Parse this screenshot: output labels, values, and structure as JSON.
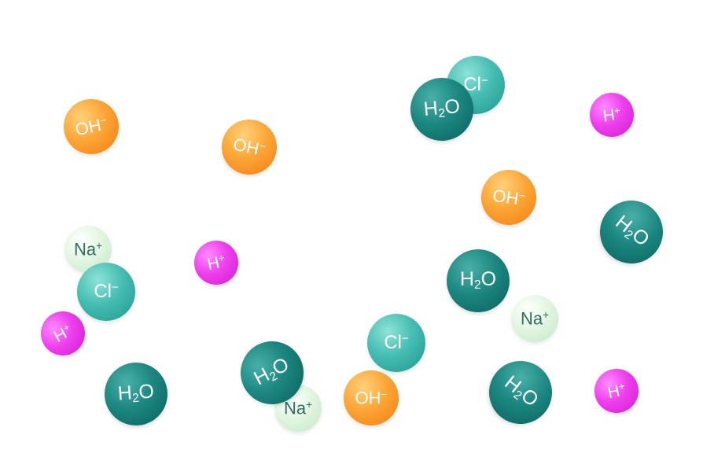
{
  "scene": {
    "particles": [
      {
        "kind": "water",
        "label": "H2O"
      },
      {
        "kind": "chloride",
        "label": "Cl−"
      },
      {
        "kind": "hydrogen",
        "label": "H+"
      },
      {
        "kind": "hydroxide",
        "label": "OH−"
      },
      {
        "kind": "hydroxide",
        "label": "OH−"
      },
      {
        "kind": "hydroxide",
        "label": "OH−"
      },
      {
        "kind": "water",
        "label": "H2O"
      },
      {
        "kind": "sodium",
        "label": "Na+"
      },
      {
        "kind": "chloride",
        "label": "Cl−"
      },
      {
        "kind": "hydrogen",
        "label": "H+"
      },
      {
        "kind": "water",
        "label": "H2O"
      },
      {
        "kind": "hydrogen",
        "label": "H+"
      },
      {
        "kind": "sodium",
        "label": "Na+"
      },
      {
        "kind": "water",
        "label": "H2O"
      },
      {
        "kind": "chloride",
        "label": "Cl−"
      },
      {
        "kind": "water",
        "label": "H2O"
      },
      {
        "kind": "sodium",
        "label": "Na+"
      },
      {
        "kind": "hydroxide",
        "label": "OH−"
      },
      {
        "kind": "water",
        "label": "H2O"
      },
      {
        "kind": "hydrogen",
        "label": "H+"
      }
    ]
  }
}
